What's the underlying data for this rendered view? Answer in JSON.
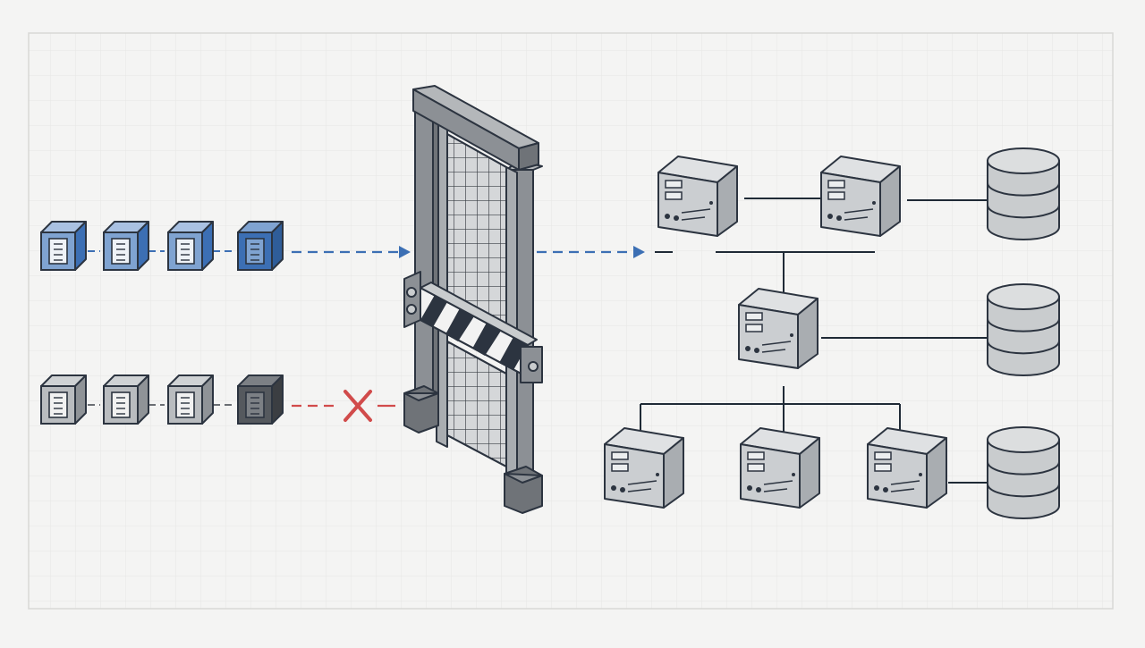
{
  "diagram": {
    "kind": "network-gateway-filter",
    "colors": {
      "background": "#f4f4f3",
      "grid": "#e6e6e4",
      "frame": "#d8d8d6",
      "outline": "#2c3440",
      "allowed_accent": "#3c6fb4",
      "allowed_light": "#7fa3d1",
      "allowed_lighter": "#a9c1e2",
      "blocked_dark": "#55595e",
      "blocked_light": "#b9bcbf",
      "blocked_lighter": "#cfd2d4",
      "denied_marker": "#d14b4b",
      "gate_frame": "#8c9095",
      "gate_frame_dark": "#6f7378",
      "server_body": "#cbced1",
      "server_side": "#a9adb1",
      "database": "#c9ccce",
      "link": "#1f2a36"
    },
    "allowed_stream": {
      "packet_count": 4,
      "arrow_style": "dashed",
      "arrow_color": "allowed_accent",
      "outcome": "passes-through-gateway"
    },
    "blocked_stream": {
      "packet_count": 4,
      "arrow_style": "dashed",
      "arrow_color": "denied_marker",
      "outcome": "denied",
      "marker_icon": "x-mark-icon"
    },
    "gateway": {
      "icon": "gate-icon",
      "barrier_icon": "striped-barrier-icon"
    },
    "network": {
      "server_count": 6,
      "database_count": 3,
      "server_icon": "server-icon",
      "database_icon": "database-icon"
    }
  }
}
